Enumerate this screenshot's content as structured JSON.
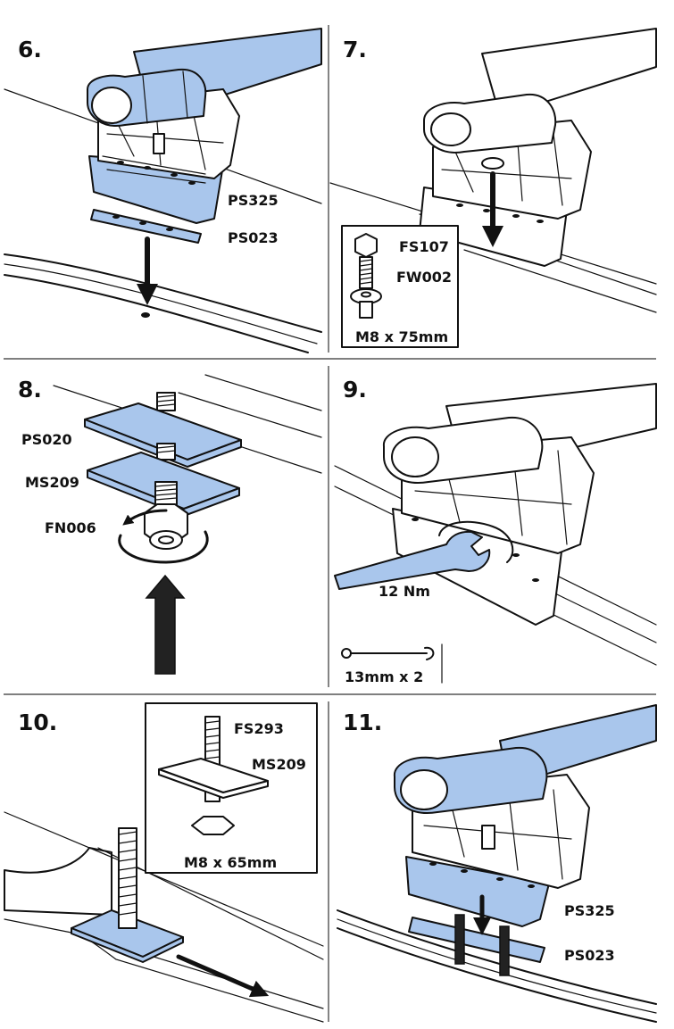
{
  "steps": [
    {
      "number": "6.",
      "labels": [
        "PS325",
        "PS023"
      ]
    },
    {
      "number": "7.",
      "labels": [
        "FS107",
        "FW002",
        "M8 x 75mm"
      ]
    },
    {
      "number": "8.",
      "labels": [
        "PS020",
        "MS209",
        "FN006"
      ]
    },
    {
      "number": "9.",
      "labels": [
        "12 Nm",
        "13mm x 2"
      ]
    },
    {
      "number": "10.",
      "labels": [
        "FS293",
        "MS209",
        "M8 x 65mm"
      ]
    },
    {
      "number": "11.",
      "labels": [
        "PS325",
        "PS023"
      ]
    }
  ],
  "colors": {
    "part_highlight": "#a9c6ec",
    "ink": "#111111"
  },
  "icons": [
    "roof-bar-foot-icon",
    "bolt-icon",
    "washer-icon",
    "nut-icon",
    "spanner-icon",
    "arrow-icon",
    "rotation-arrow-icon"
  ]
}
